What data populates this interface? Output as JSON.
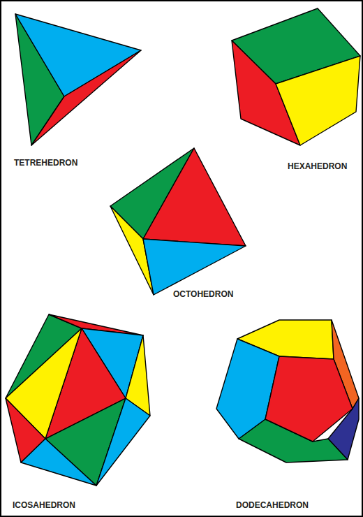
{
  "diagram": {
    "labels": [
      "TETREHEDRON",
      "HEXAHEDRON",
      "OCTOHEDRON",
      "ICOSAHEDRON",
      "DODECAHEDRON"
    ]
  }
}
